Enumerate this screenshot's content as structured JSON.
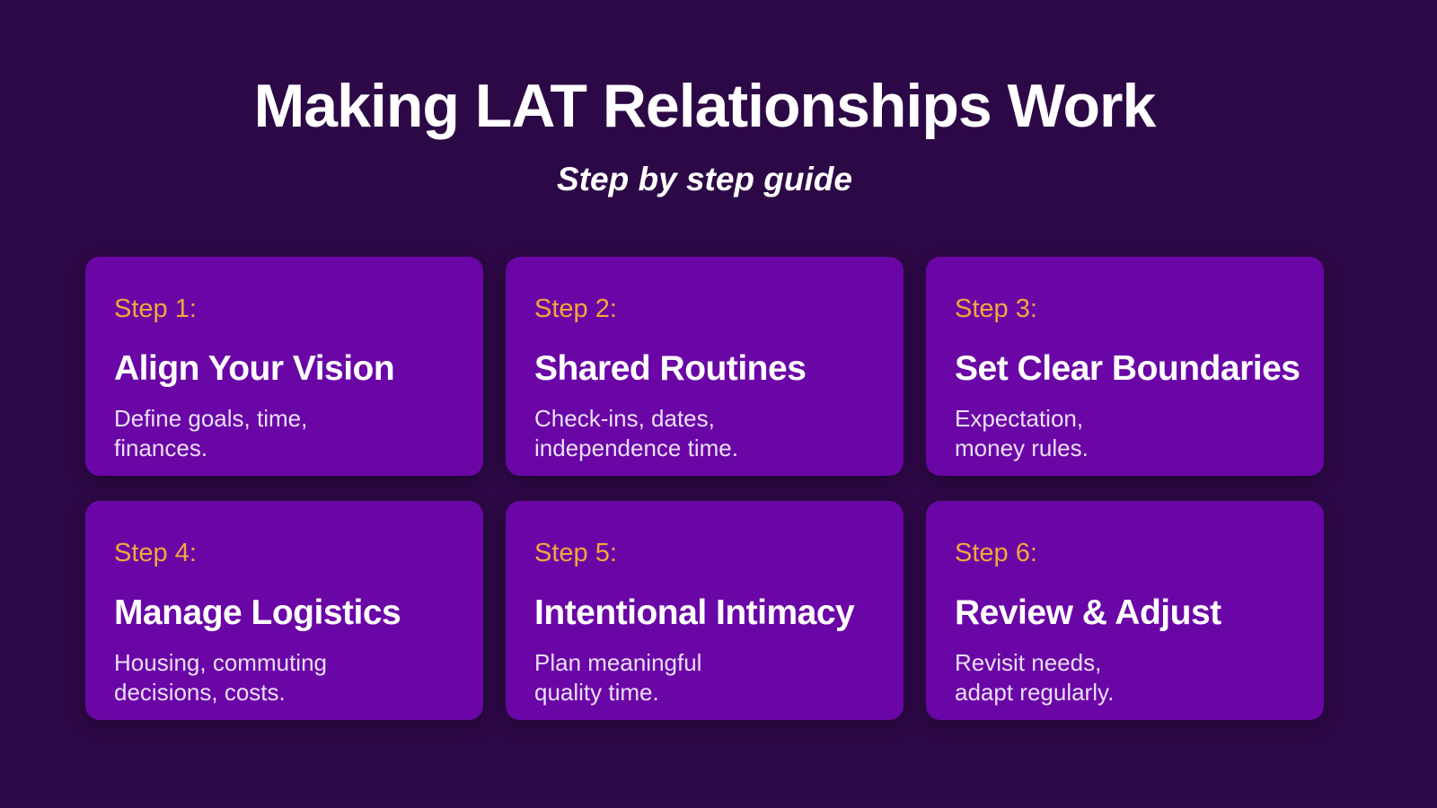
{
  "header": {
    "title": "Making LAT Relationships Work",
    "subtitle": "Step by step guide"
  },
  "steps": [
    {
      "label": "Step 1:",
      "title": "Align Your Vision",
      "description": "Define goals, time,\nfinances."
    },
    {
      "label": "Step 2:",
      "title": "Shared Routines",
      "description": "Check-ins, dates,\nindependence time."
    },
    {
      "label": "Step 3:",
      "title": "Set Clear Boundaries",
      "description": "Expectation,\nmoney rules."
    },
    {
      "label": "Step 4:",
      "title": "Manage Logistics",
      "description": "Housing, commuting\ndecisions, costs."
    },
    {
      "label": "Step 5:",
      "title": "Intentional Intimacy",
      "description": "Plan meaningful\nquality time."
    },
    {
      "label": "Step 6:",
      "title": "Review & Adjust",
      "description": "Revisit needs,\nadapt regularly."
    }
  ],
  "colors": {
    "background": "#2D0846",
    "card": "#6B06A6",
    "step_label": "#F3A73A",
    "heading_text": "#FFFFFF",
    "description_text": "#EADFF6"
  }
}
